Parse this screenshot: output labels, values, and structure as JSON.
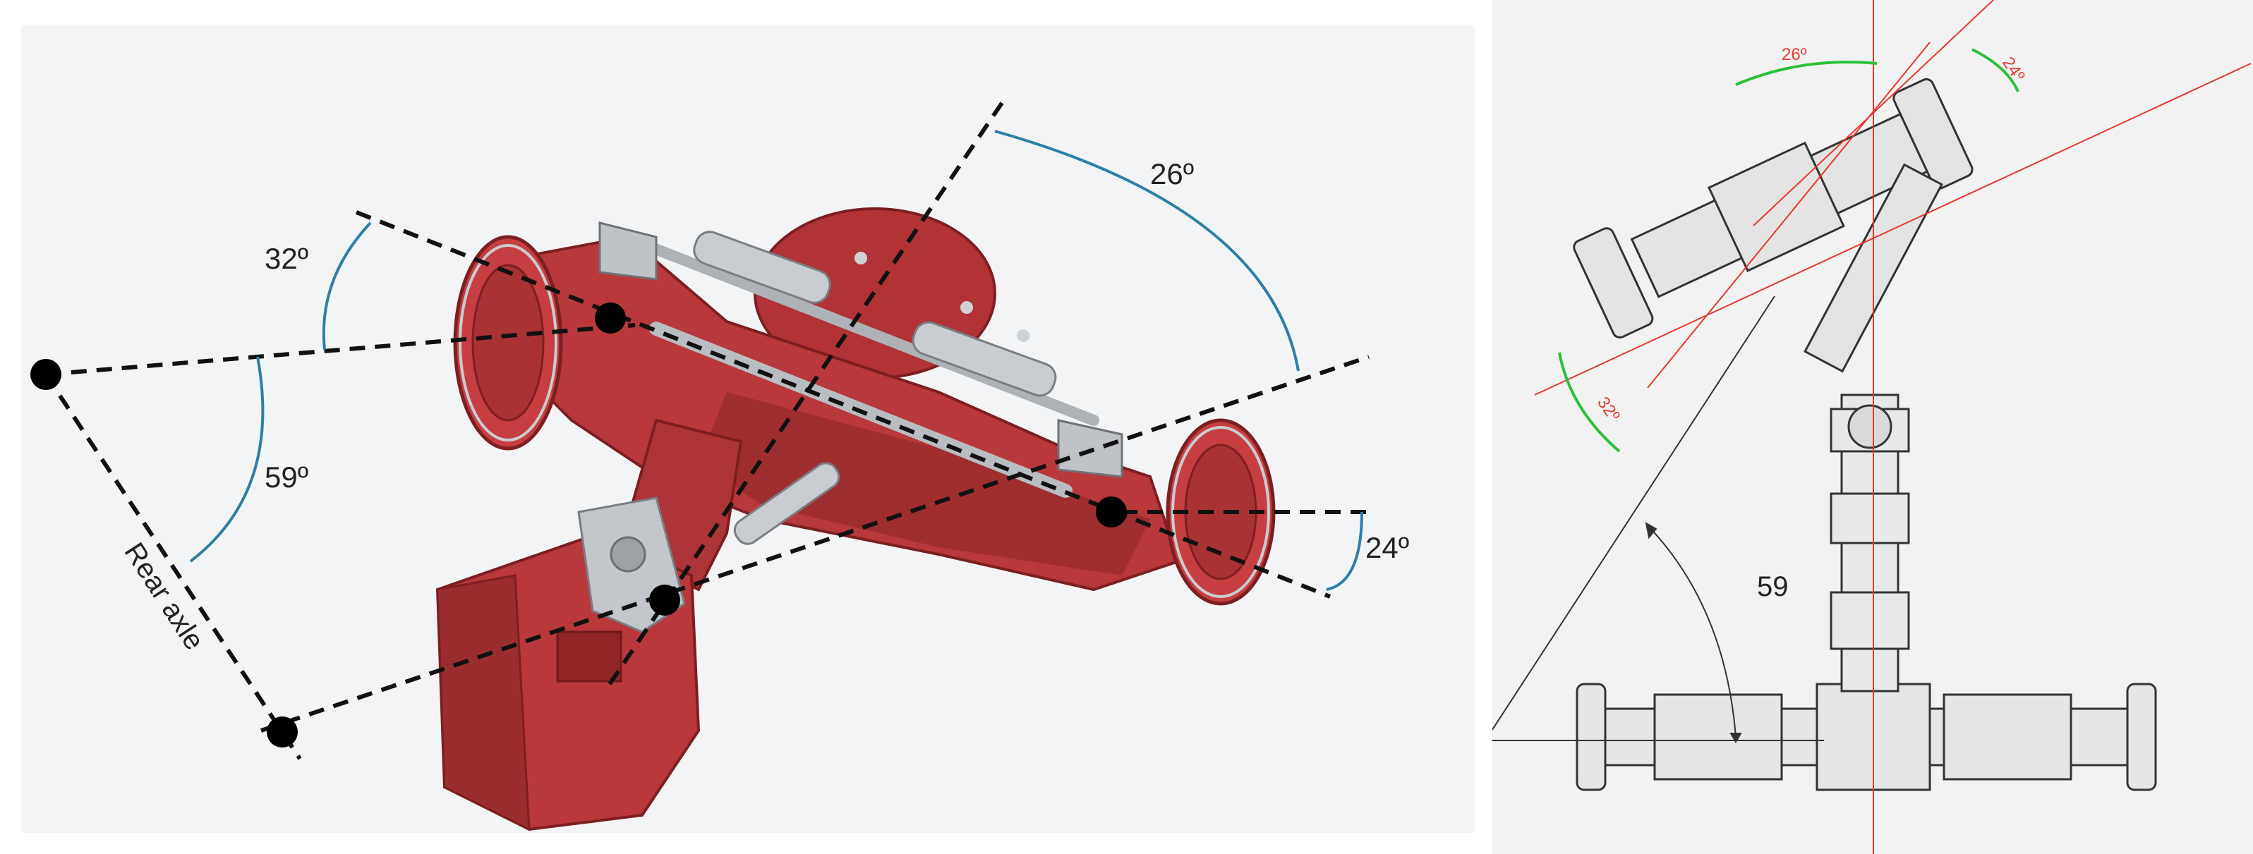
{
  "left_diagram": {
    "angle_top_left": "32º",
    "angle_top_right": "26º",
    "angle_left": "59º",
    "angle_right": "24º",
    "axis_label": "Rear axle",
    "colors": {
      "body": "#b8383b",
      "body_dark": "#8e2528",
      "metal": "#b9bcc0",
      "arc": "#2f7fa6",
      "line": "#111111"
    }
  },
  "right_drawing": {
    "angle_top_left": "26º",
    "angle_top_right": "24º",
    "angle_left": "32º",
    "angle_bottom": "59",
    "colors": {
      "red_line": "#e8372c",
      "green_arc": "#2dbf3a",
      "drawing": "#333333"
    }
  }
}
